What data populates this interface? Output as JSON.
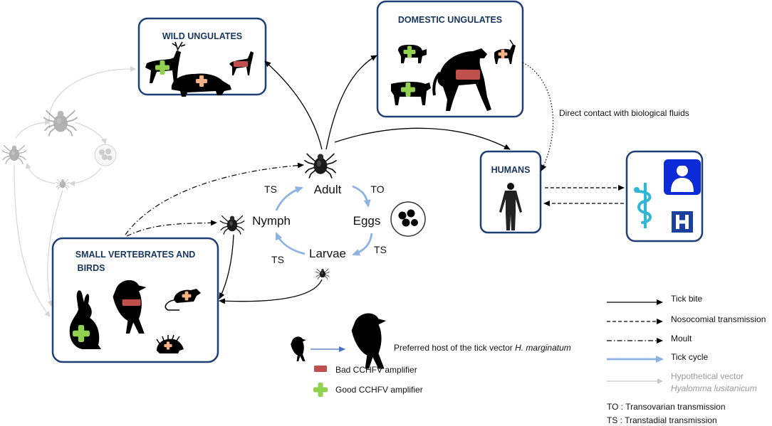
{
  "boxes": {
    "wild": "WILD UNGULATES",
    "domestic": "DOMESTIC UNGULATES",
    "humans": "HUMANS",
    "small_line1": "SMALL VERTEBRATES AND",
    "small_line2": "BIRDS"
  },
  "cycle": {
    "adult": "Adult",
    "eggs": "Eggs",
    "larvae": "Larvae",
    "nymph": "Nymph",
    "to": "TO",
    "ts_right": "TS",
    "ts_bottom": "TS",
    "ts_top": "TS"
  },
  "notes": {
    "direct_contact": "Direct contact with biological fluids",
    "preferred_host_prefix": "Preferred host of the tick vector ",
    "preferred_host_species": "H. marginatum",
    "bad_amplifier": "Bad CCHFV amplifier",
    "good_amplifier": "Good CCHFV amplifier"
  },
  "legend": {
    "tick_bite": "Tick bite",
    "nosocomial": "Nosocomial transmission",
    "moult": "Moult",
    "tick_cycle": "Tick cycle",
    "hypothetical_line1": "Hypothetical vector",
    "hypothetical_line2": "Hyalomma lusitanicum",
    "to_def": "TO : Transovarian transmission",
    "ts_def": "TS : Transtadial transmission"
  },
  "colors": {
    "box_border": "#1f3f77",
    "title_text": "#17365d",
    "tick_cycle_blue": "#8db3e2",
    "good_green": "#92d050",
    "bad_red": "#c0504d",
    "neutral_orange": "#f4b183",
    "hospital_blue": "#0b2bd6",
    "caduceus_teal": "#31b7d3",
    "hypothetical_grey": "#bfbfbf"
  },
  "icons": [
    "deer-icon",
    "boar-icon",
    "roe-deer-icon",
    "sheep-icon",
    "horse-icon",
    "goat-icon",
    "cow-icon",
    "human-icon",
    "tick-icon",
    "egg-cluster-icon",
    "rabbit-icon",
    "crow-icon",
    "rat-icon",
    "hedgehog-icon",
    "caduceus-icon",
    "doctor-icon",
    "hospital-icon"
  ]
}
